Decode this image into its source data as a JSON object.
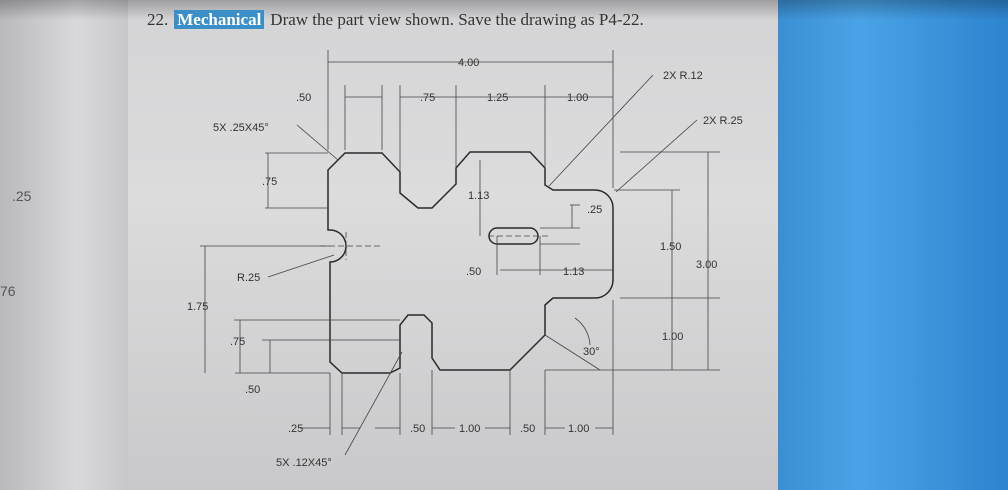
{
  "exercise": {
    "number": "22.",
    "category": "Mechanical",
    "instruction": "Draw the part view shown. Save the drawing as P4-22."
  },
  "margin_left": {
    "dim_1": ".25",
    "dim_2": "76"
  },
  "drawing": {
    "dims": {
      "overall_width": "4.00",
      "top_50": ".50",
      "top_75": ".75",
      "top_125": "1.25",
      "top_100": "1.00",
      "chamfer_top": "5X .25X45°",
      "radius_12": "2X R.12",
      "radius_25": "2X R.25",
      "left_75": ".75",
      "slot_113_vertical": "1.13",
      "slot_25": ".25",
      "height_150": "1.50",
      "height_300": "3.00",
      "r25": "R.25",
      "slot_50": ".50",
      "slot_113_horizontal": "1.13",
      "left_175": "1.75",
      "left_75_lower": ".75",
      "right_100": "1.00",
      "angle_30": "30°",
      "left_50": ".50",
      "bottom_25": ".25",
      "bottom_50": ".50",
      "bottom_100": "1.00",
      "bottom_50b": ".50",
      "bottom_100b": "1.00",
      "chamfer_bottom": "5X .12X45°"
    }
  }
}
